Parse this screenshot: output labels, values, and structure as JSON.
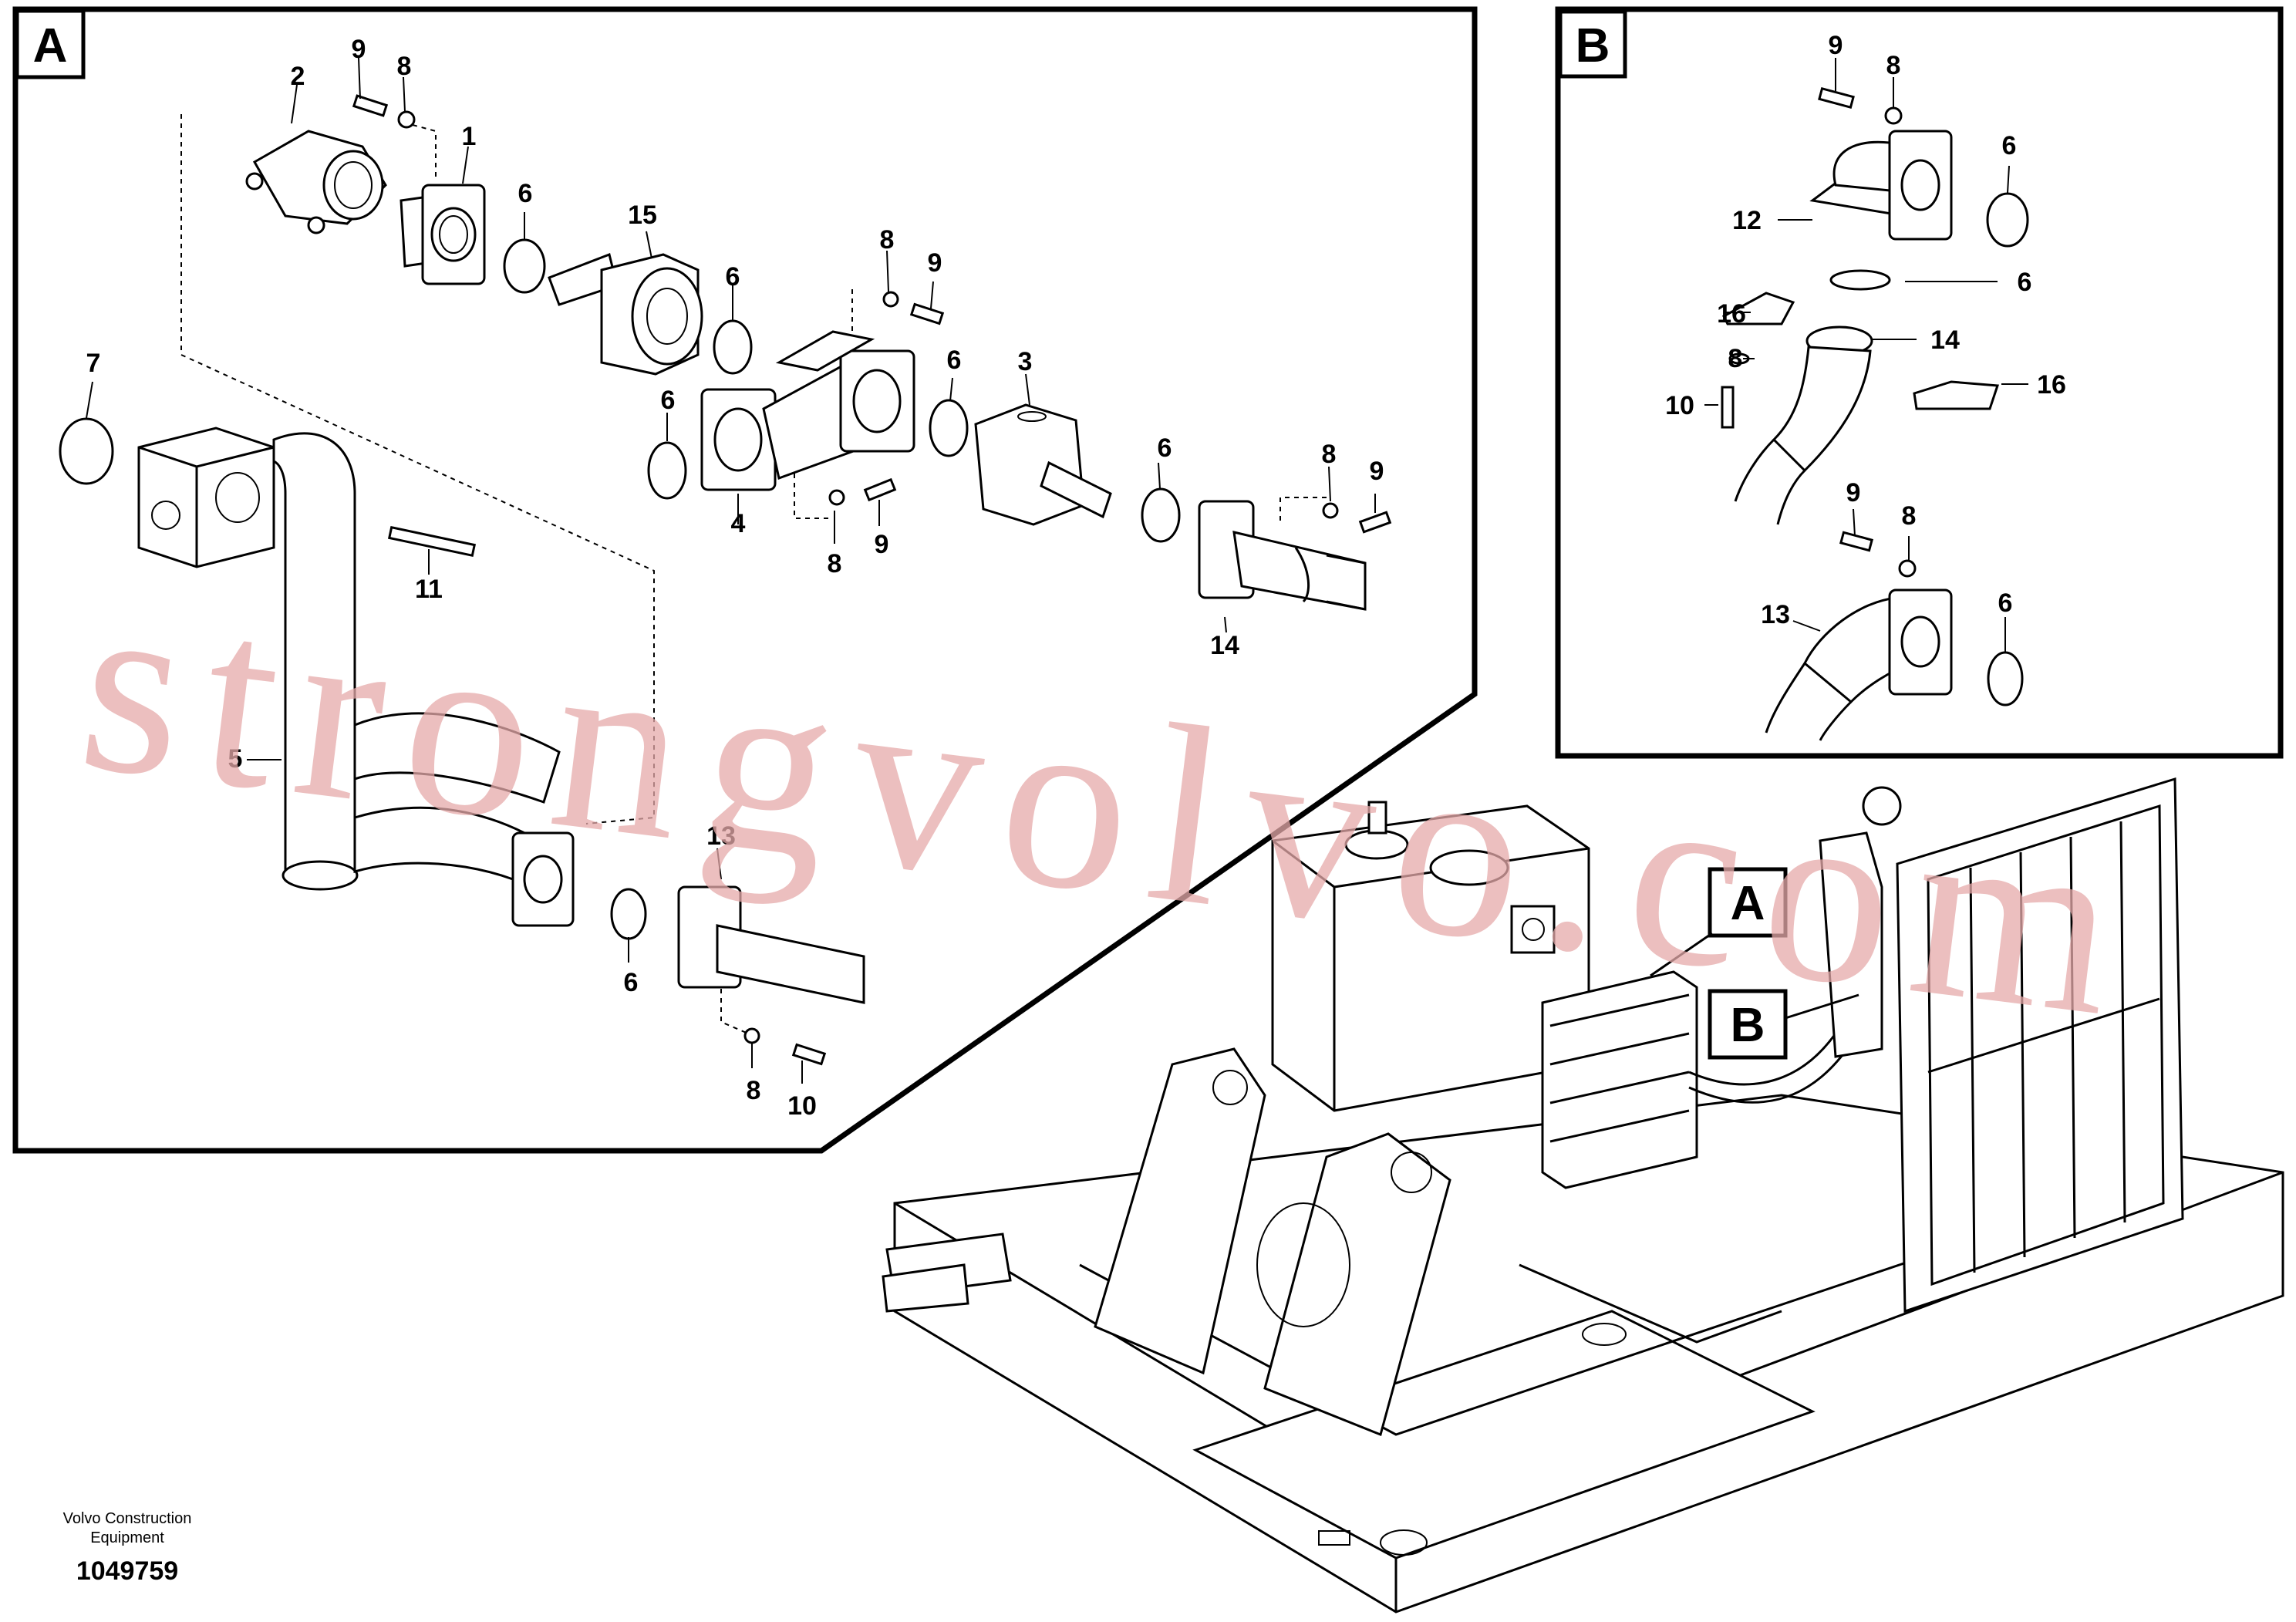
{
  "panel_a": {
    "tag": "A",
    "callouts": {
      "c2": "2",
      "c9a": "9",
      "c8a": "8",
      "c1": "1",
      "c6a": "6",
      "c15": "15",
      "c8b": "8",
      "c9b": "9",
      "c6b": "6",
      "c7": "7",
      "c6c": "6",
      "c3": "3",
      "c6d": "6",
      "c4": "4",
      "c8c": "8",
      "c9c": "9",
      "c6e": "6",
      "c8d": "8",
      "c9d": "9",
      "c11": "11",
      "c14": "14",
      "c5": "5",
      "c13": "13",
      "c6f": "6",
      "c8e": "8",
      "c10": "10"
    }
  },
  "panel_b": {
    "tag": "B",
    "callouts": {
      "c9a": "9",
      "c8a": "8",
      "c6a": "6",
      "c12": "12",
      "c6b": "6",
      "c16a": "16",
      "c14": "14",
      "c8b": "8",
      "c16b": "16",
      "c10": "10",
      "c9b": "9",
      "c8c": "8",
      "c13": "13",
      "c6c": "6"
    }
  },
  "machine_view": {
    "tag_a": "A",
    "tag_b": "B"
  },
  "watermark": "strongvolvo.com",
  "footer": {
    "brand_line1": "Volvo Construction",
    "brand_line2": "Equipment",
    "drawing_number": "1049759"
  },
  "colors": {
    "ink": "#000000",
    "watermark": "#e6a9a9",
    "background": "#ffffff"
  }
}
